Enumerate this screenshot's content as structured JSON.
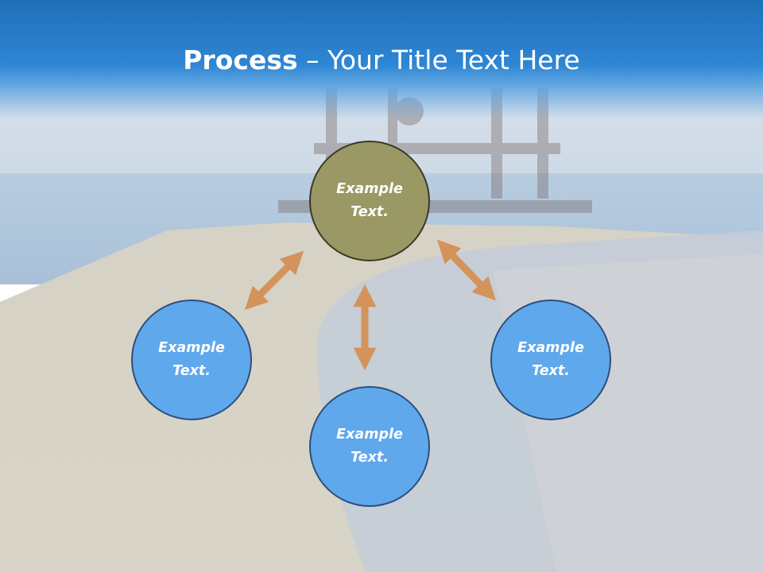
{
  "title": {
    "bold": "Process",
    "dash": " – ",
    "rest": "Your Title Text Here"
  },
  "nodes": {
    "top": "Example Text.",
    "left": "Example Text.",
    "right": "Example Text.",
    "bottom": "Example Text."
  },
  "colors": {
    "title_bar": "#1f6fb8",
    "center_node": "#9a9965",
    "outer_node": "#5fa8ec",
    "arrow": "#d4935a"
  }
}
